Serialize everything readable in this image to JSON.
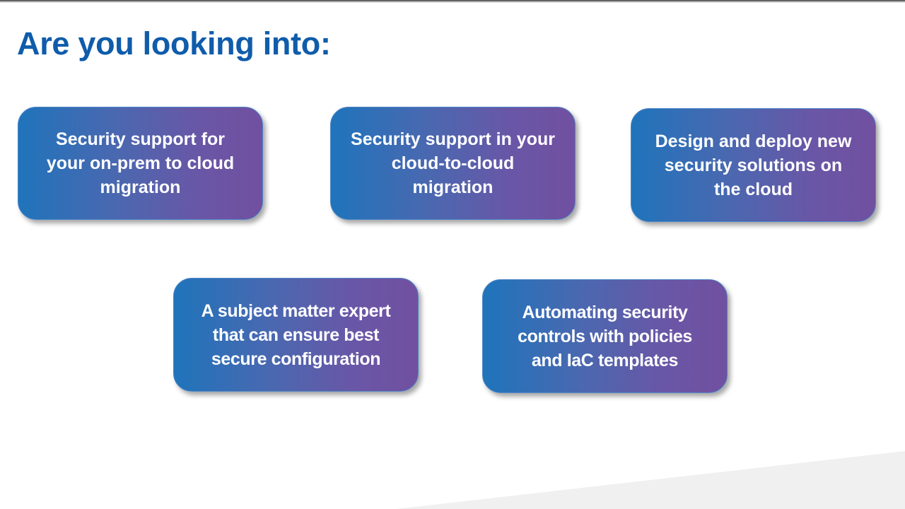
{
  "slide": {
    "title": "Are you looking into:",
    "colors": {
      "title": "#0f5cab",
      "card_gradient_start": "#1f74bb",
      "card_gradient_end": "#7150a0",
      "card_text": "#ffffff",
      "footer_wedge": "#f0f0f0"
    },
    "cards": [
      {
        "lines": [
          "Security support for",
          "your on-prem to cloud",
          "migration"
        ]
      },
      {
        "lines": [
          "Security support in your",
          "cloud-to-cloud",
          "migration"
        ]
      },
      {
        "lines": [
          "Design and deploy new",
          "security solutions on",
          "the cloud"
        ]
      },
      {
        "lines": [
          "A subject matter expert",
          "that can ensure best",
          "secure configuration"
        ]
      },
      {
        "lines": [
          "Automating security",
          "controls with policies",
          "and IaC templates"
        ]
      }
    ]
  }
}
